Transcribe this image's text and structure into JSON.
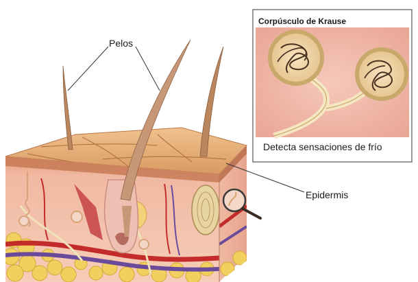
{
  "labels": {
    "hair": "Pelos",
    "epidermis": "Epidermis"
  },
  "inset": {
    "title": "Corpúsculo de Krause",
    "caption": "Detecta sensaciones de frío"
  },
  "colors": {
    "skin_top": "#e8b07a",
    "dermis": "#f2c2b0",
    "fat": "#f3d46a",
    "inset_bg": "#f2b8a8",
    "inset_border": "#555555",
    "leader_line": "#333333"
  }
}
